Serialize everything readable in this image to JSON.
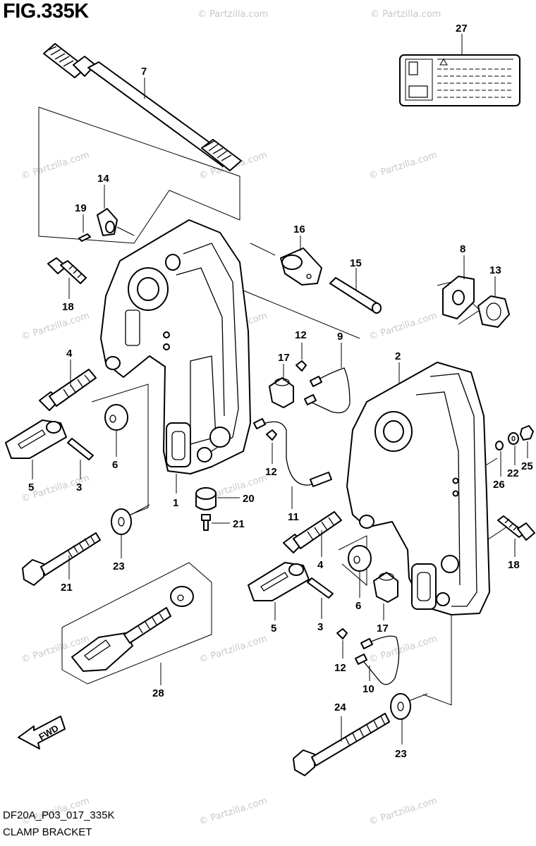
{
  "figure": {
    "title": "FIG.335K",
    "drawing_code": "DF20A_P03_017_335K",
    "group_name": "CLAMP BRACKET",
    "watermark": "© Partzilla.com"
  },
  "callouts": {
    "c1": "1",
    "c2": "2",
    "c3a": "3",
    "c3b": "3",
    "c4a": "4",
    "c4b": "4",
    "c5a": "5",
    "c5b": "5",
    "c6a": "6",
    "c6b": "6",
    "c7": "7",
    "c8": "8",
    "c9": "9",
    "c10": "10",
    "c11": "11",
    "c12a": "12",
    "c12b": "12",
    "c12c": "12",
    "c13": "13",
    "c14": "14",
    "c15": "15",
    "c16": "16",
    "c17a": "17",
    "c17b": "17",
    "c18a": "18",
    "c18b": "18",
    "c19": "19",
    "c20": "20",
    "c21a": "21",
    "c21b": "21",
    "c22": "22",
    "c23a": "23",
    "c23b": "23",
    "c24": "24",
    "c25": "25",
    "c26": "26",
    "c27": "27",
    "c28": "28"
  },
  "fwd_label": "FWD",
  "line_color": "#000000",
  "watermark_color": "#c8c8c8"
}
